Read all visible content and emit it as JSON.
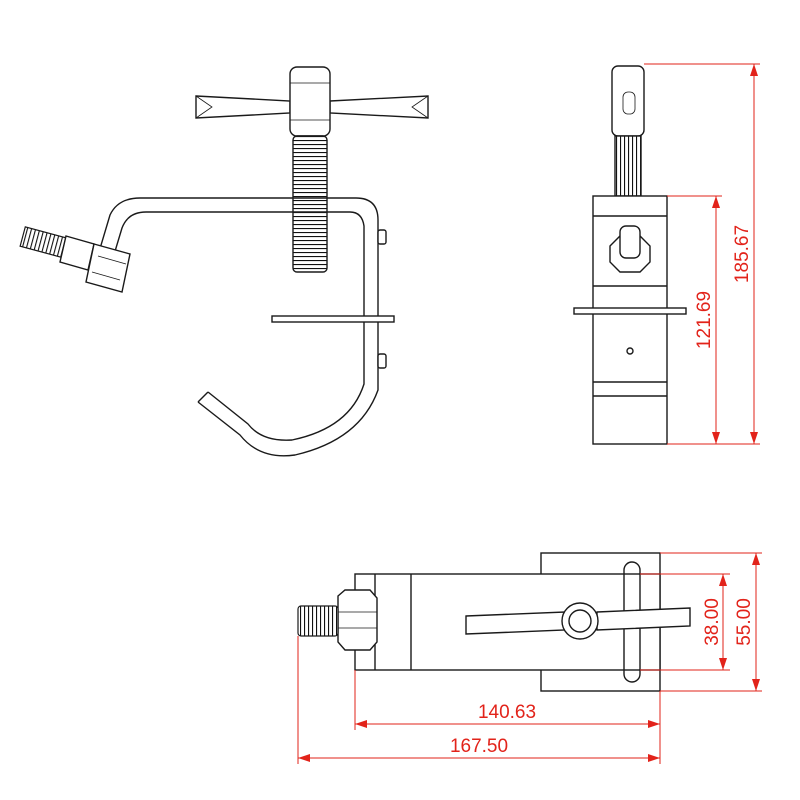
{
  "drawing": {
    "line_color": "#1a1a1a",
    "dimension_color": "#e2231a",
    "background": "#ffffff"
  },
  "dimensions": {
    "overall_height": "185.67",
    "body_height": "121.69",
    "inner_width": "38.00",
    "plate_width": "55.00",
    "body_length": "140.63",
    "overall_length": "167.50"
  }
}
